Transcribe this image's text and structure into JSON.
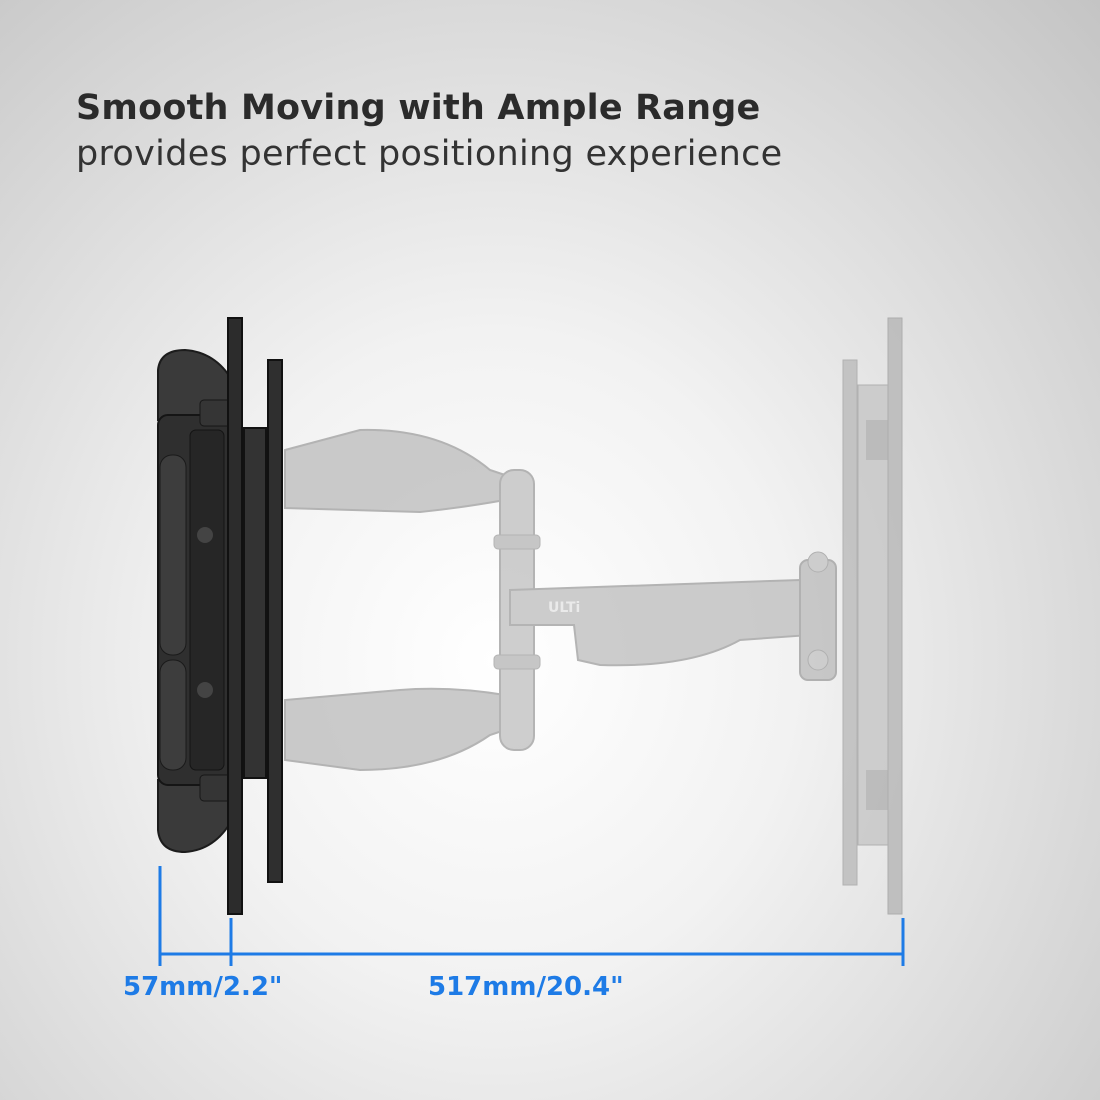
{
  "headline": {
    "title": "Smooth Moving with Ample Range",
    "subtitle": "provides perfect positioning experience"
  },
  "product": {
    "arm_brand_mark": "ULTi"
  },
  "dimensions": {
    "retracted_depth": "57mm/2.2\"",
    "extension_range": "517mm/20.4\""
  },
  "colors": {
    "dimension_blue": "#1e7be6",
    "headline_text": "#2b2b2b",
    "mount_dark": "#2a2a2a",
    "mount_ghost": "#b8b8b8"
  },
  "icons": [
    "dimension-line-icon"
  ]
}
